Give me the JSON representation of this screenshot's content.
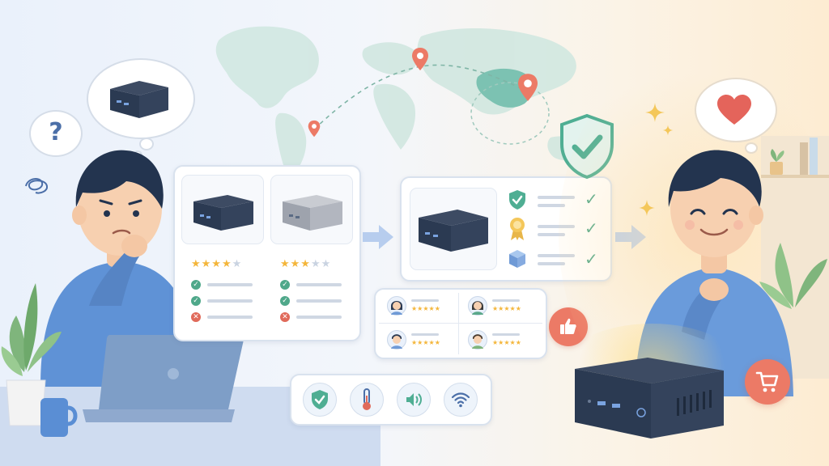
{
  "colors": {
    "accent_blue": "#5b8ed6",
    "shield_teal": "#4fae93",
    "check_green": "#4fa88a",
    "cross_red": "#e06a5a",
    "star_gold": "#f4b63b",
    "heart_red": "#e4645b",
    "map_teal": "#8ccbbd",
    "device_navy": "#2b3a52"
  },
  "icons": {
    "question": "question-icon",
    "heart": "heart-icon",
    "thumbs_up": "thumbs-up-icon",
    "cart": "shopping-cart-icon",
    "shield": "shield-check-icon",
    "thermometer": "thermometer-icon",
    "speaker": "speaker-icon",
    "wifi": "wifi-icon",
    "award": "award-ribbon-icon",
    "package": "package-icon",
    "map_pin": "map-pin-icon"
  },
  "thinking": {
    "question_mark": "?"
  },
  "comparison": {
    "products": [
      {
        "name": "dark-mini-pc",
        "rating": 4,
        "max_rating": 5,
        "checks": [
          "ok",
          "ok",
          "bad"
        ]
      },
      {
        "name": "silver-mini-pc",
        "rating": 3,
        "max_rating": 5,
        "checks": [
          "ok",
          "ok",
          "bad"
        ]
      }
    ]
  },
  "verified": {
    "features": [
      "shield",
      "award",
      "package"
    ]
  },
  "reviews": [
    {
      "avatar": "woman",
      "rating": 5
    },
    {
      "avatar": "woman-2",
      "rating": 5
    },
    {
      "avatar": "man",
      "rating": 5
    },
    {
      "avatar": "man-2",
      "rating": 5
    }
  ],
  "feature_bar": [
    "shield-check-icon",
    "thermometer-icon",
    "speaker-icon",
    "wifi-icon"
  ]
}
